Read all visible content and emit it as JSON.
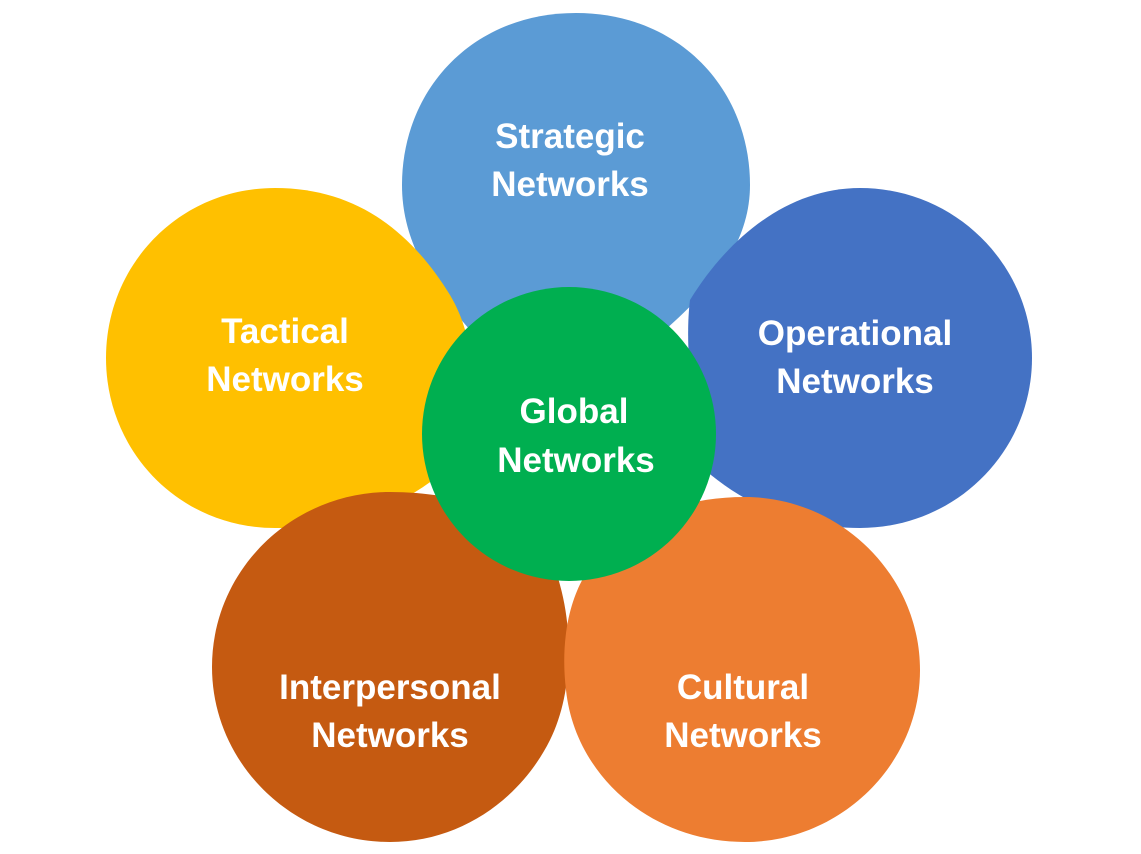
{
  "diagram": {
    "center": {
      "line1": "Global",
      "line2": "Networks",
      "color": "#00AF50"
    },
    "petals": [
      {
        "id": "strategic",
        "line1": "Strategic",
        "line2": "Networks",
        "color": "#5B9BD5"
      },
      {
        "id": "tactical",
        "line1": "Tactical",
        "line2": "Networks",
        "color": "#FFC000"
      },
      {
        "id": "operational",
        "line1": "Operational",
        "line2": "Networks",
        "color": "#4472C4"
      },
      {
        "id": "interpersonal",
        "line1": "Interpersonal",
        "line2": "Networks",
        "color": "#C55A11"
      },
      {
        "id": "cultural",
        "line1": "Cultural",
        "line2": "Networks",
        "color": "#ED7D31"
      }
    ]
  }
}
